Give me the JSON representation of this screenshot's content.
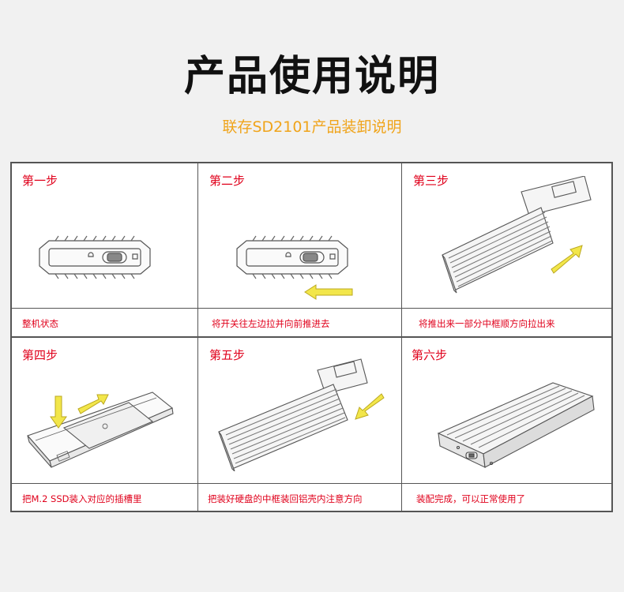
{
  "header": {
    "title": "产品使用说明",
    "subtitle": "联存SD2101产品装卸说明"
  },
  "steps": [
    {
      "title": "第一步",
      "caption": "整机状态"
    },
    {
      "title": "第二步",
      "caption": "将开关往左边拉并向前推进去"
    },
    {
      "title": "第三步",
      "caption": "将推出来一部分中框顺方向拉出来"
    },
    {
      "title": "第四步",
      "caption": "把M.2 SSD装入对应的插槽里"
    },
    {
      "title": "第五步",
      "caption": "把装好硬盘的中框装回铝壳内注意方向"
    },
    {
      "title": "第六步",
      "caption": "装配完成，可以正常使用了"
    }
  ],
  "colors": {
    "accent": "#f0a41a",
    "step_text": "#e0001b",
    "arrow": "#f2e64a",
    "border": "#555555"
  }
}
